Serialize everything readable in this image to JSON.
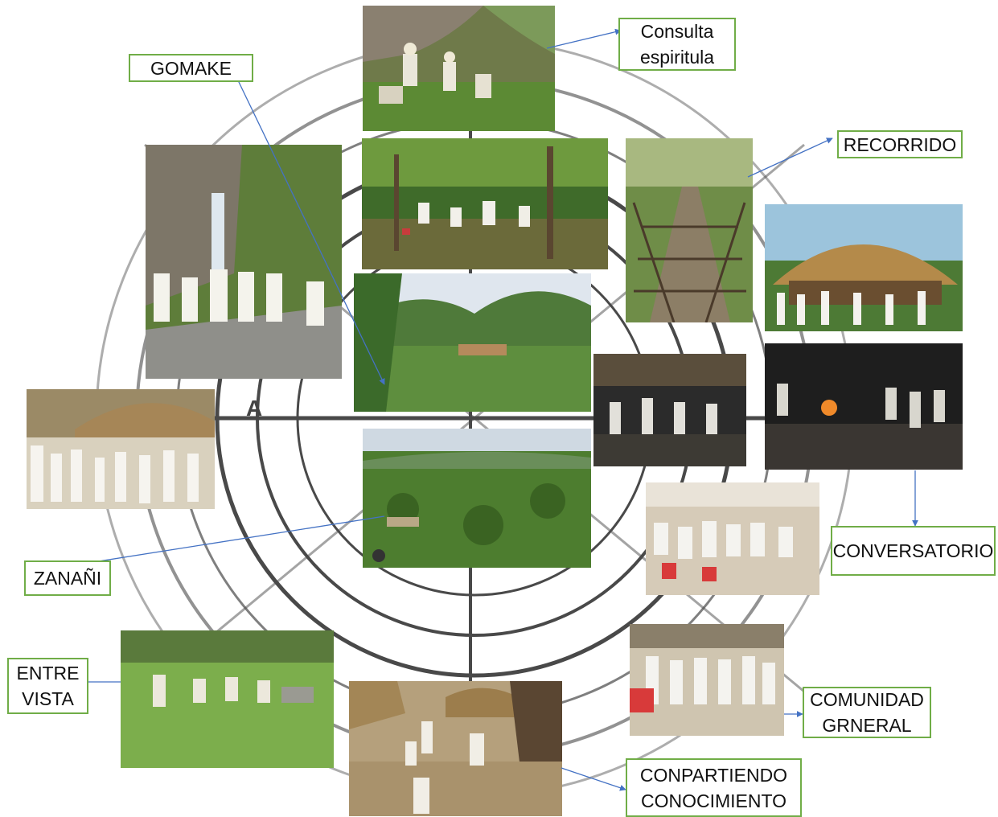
{
  "labels": {
    "consulta": [
      "Consulta",
      "espiritula"
    ],
    "gomake": "GOMAKE",
    "recorrido": "RECORRIDO",
    "conversatorio": "CONVERSATORIO",
    "zanani": "ZANAÑI",
    "entre_vista": [
      "ENTRE",
      "VISTA"
    ],
    "comunidad": [
      "COMUNIDAD",
      "GRNERAL"
    ],
    "conpartiendo": [
      "CONPARTIENDO",
      "CONOCIMIENTO"
    ]
  },
  "background_letter": "A",
  "colors": {
    "label_border": "#70ad47",
    "connector": "#4472c4"
  }
}
